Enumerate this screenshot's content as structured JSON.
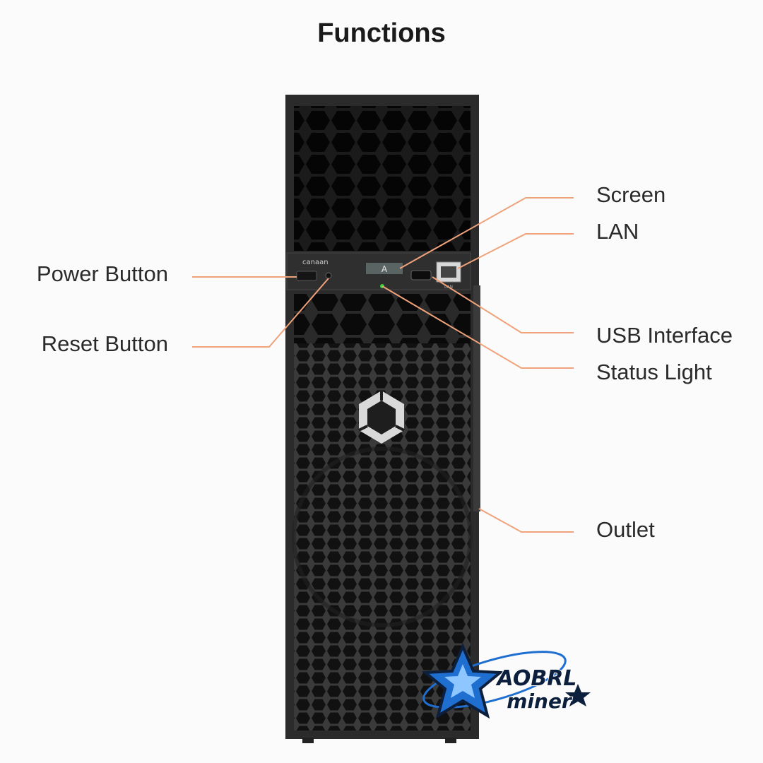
{
  "title": "Functions",
  "device": {
    "brand_text": "canaan",
    "screen_text": "A",
    "port_text": "LAN"
  },
  "callouts": {
    "power_button": "Power Button",
    "reset_button": "Reset Button",
    "screen": "Screen",
    "lan": "LAN",
    "usb_interface": "USB Interface",
    "status_light": "Status Light",
    "outlet": "Outlet"
  },
  "watermark": {
    "line1": "AOBRL",
    "line2": "miner"
  },
  "colors": {
    "leader_line": "#f0a27a",
    "chassis": "#2c2c2c",
    "status_led": "#3cd23c",
    "watermark_blue": "#1f6fd1"
  }
}
